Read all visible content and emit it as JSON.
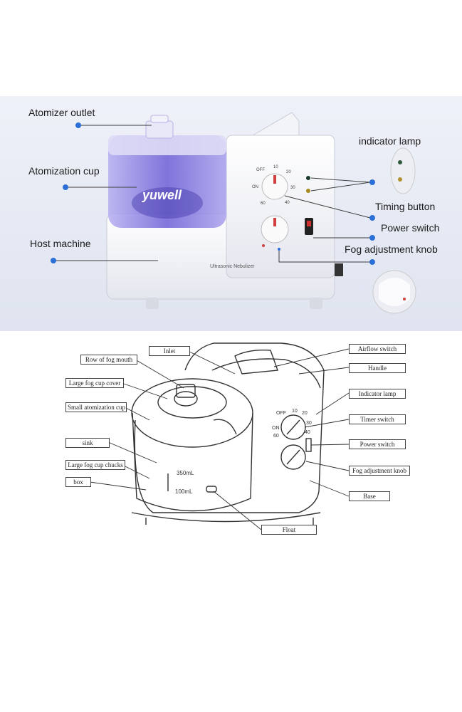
{
  "photo": {
    "brand": "yuwell",
    "device_name": "Ultrasonic Nebulizer",
    "labels": {
      "atomizer_outlet": "Atomizer outlet",
      "atomization_cup": "Atomization cup",
      "host_machine": "Host machine",
      "indicator_lamp": "indicator lamp",
      "timing_button": "Timing button",
      "power_switch": "Power switch",
      "fog_knob": "Fog adjustment knob"
    },
    "dial": {
      "off": "OFF",
      "on": "ON",
      "t10": "10",
      "t20": "20",
      "t30": "30",
      "t40": "40",
      "t60": "60"
    },
    "colors": {
      "accent": "#2c6fd6",
      "background": "#e8ecf6",
      "cup": "#7a6fd0"
    }
  },
  "sketch": {
    "labels": {
      "row_of_fog_mouth": "Row of fog mouth",
      "inlet": "Inlet",
      "airflow_switch": "Airflow switch",
      "handle": "Handle",
      "large_cup_cover": "Large fog cup cover",
      "small_cup": "Small atomization cup",
      "indicator_lamp": "Indicator lamp",
      "timer_switch": "Timer switch",
      "sink": "sink",
      "power_switch": "Power switch",
      "cup_chucks": "Large fog cup chucks",
      "fog_knob": "Fog adjustment knob",
      "box": "box",
      "base": "Base",
      "float": "Float"
    },
    "scale": {
      "upper": "350mL",
      "lower": "100mL"
    },
    "dial": {
      "off": "OFF",
      "on": "ON",
      "t10": "10",
      "t20": "20",
      "t30": "30",
      "t40": "40",
      "t60": "60"
    }
  }
}
